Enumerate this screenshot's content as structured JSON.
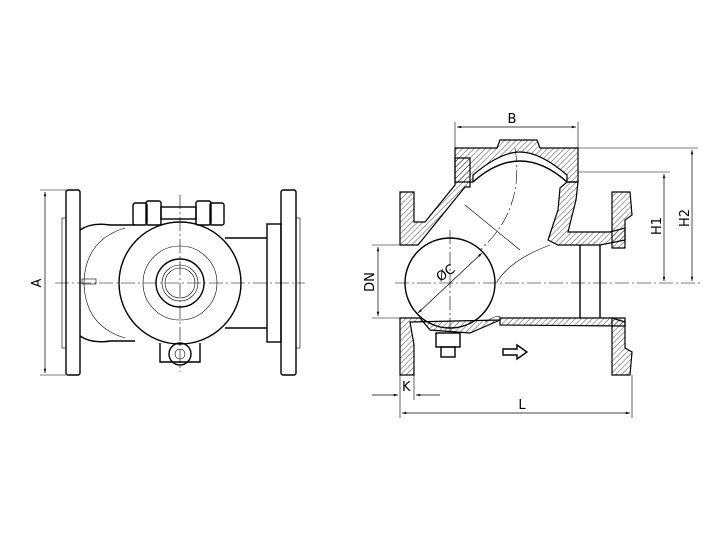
{
  "drawing": {
    "title": "Ball check valve dimension drawing",
    "front_view": {
      "dimension_labels": {
        "A": "A"
      }
    },
    "section_view": {
      "dimension_labels": {
        "B": "B",
        "C": "ØC",
        "DN": "DN",
        "H1": "H1",
        "H2": "H2",
        "K": "K",
        "L": "L"
      },
      "flow_direction": "left-to-right"
    }
  }
}
